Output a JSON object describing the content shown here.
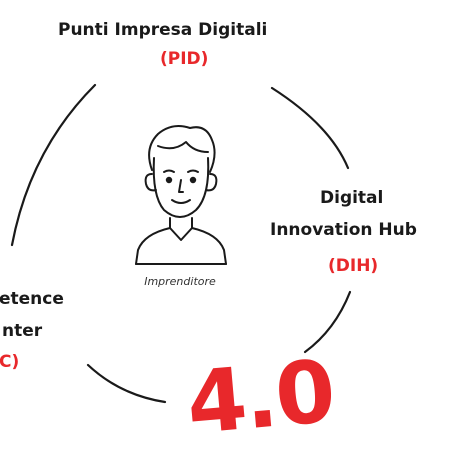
{
  "diagram": {
    "top_node": {
      "title": "Punti Impresa Digitali",
      "acronym": "(PID)"
    },
    "right_node": {
      "title_line1": "Digital",
      "title_line2": "Innovation Hub",
      "acronym": "(DIH)"
    },
    "left_node": {
      "title_line1": "etence",
      "title_line2": "nter",
      "acronym": "C)"
    },
    "center": {
      "icon": "person-icon",
      "caption": "Imprenditore"
    },
    "badge": "4.0",
    "colors": {
      "accent": "#e8282b",
      "text": "#1a1a1a",
      "line": "#1a1a1a"
    }
  }
}
